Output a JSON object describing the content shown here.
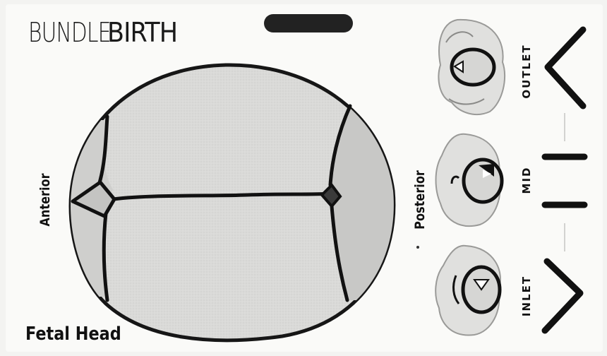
{
  "brand": {
    "part1": "BUNDLE",
    "part2": "BIRTH"
  },
  "badge": {
    "text": ""
  },
  "labels": {
    "anterior": "Anterior",
    "posterior": "Posterior",
    "title": "Fetal Head"
  },
  "pelvis_stages": [
    {
      "label": "OUTLET"
    },
    {
      "label": "MID"
    },
    {
      "label": "INLET"
    }
  ],
  "colors": {
    "skull_fill": "#d9d9d7",
    "outline": "#1a1a1a",
    "background": "#fafaf8"
  }
}
